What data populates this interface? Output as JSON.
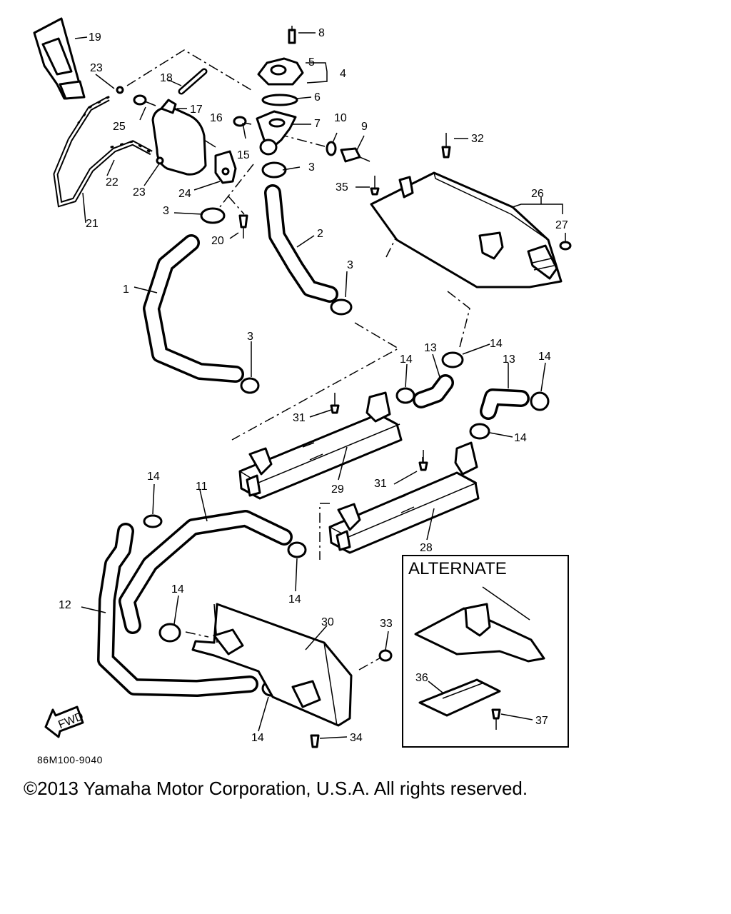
{
  "labels": [
    "1",
    "2",
    "3",
    "4",
    "5",
    "6",
    "7",
    "8",
    "9",
    "10",
    "11",
    "12",
    "13",
    "14",
    "15",
    "16",
    "17",
    "18",
    "19",
    "20",
    "21",
    "22",
    "23",
    "24",
    "25",
    "26",
    "27",
    "28",
    "29",
    "30",
    "31",
    "32",
    "33",
    "34",
    "35",
    "36",
    "37"
  ],
  "alternate_title": "ALTERNATE",
  "fwd_label": "FWD",
  "diagram_code": "86M100-9040",
  "copyright": "©2013 Yamaha Motor Corporation, U.S.A. All rights reserved."
}
